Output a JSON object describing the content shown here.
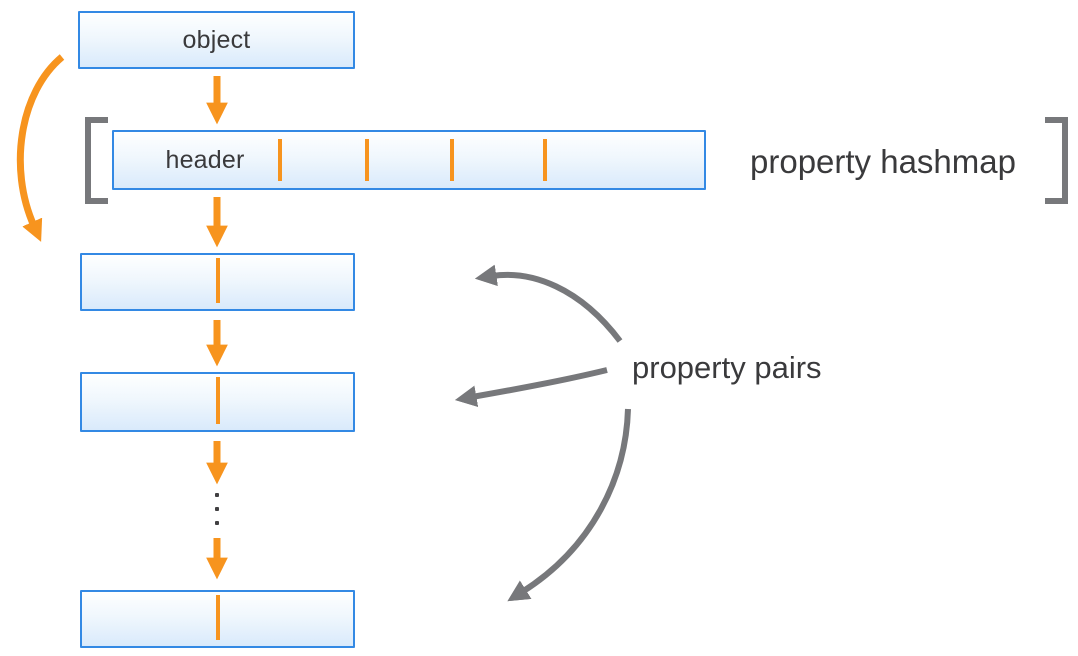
{
  "diagram": {
    "title_implicit": "object property hashmap layout",
    "object_label": "object",
    "header_label": "header",
    "hashmap_caption": "property hashmap",
    "pairs_caption": "property pairs"
  },
  "structure": {
    "hashmap_slot_dividers": 4,
    "property_pair_boxes_visible": 3,
    "ellipsis_between_pairs": true
  },
  "colors": {
    "accent_orange": "#F7941E",
    "box_border_blue": "#3389E4",
    "box_fill_top": "#FEFFFF",
    "box_fill_bottom": "#D9EAFB",
    "bracket_gray": "#77787B",
    "arrow_gray": "#77787B",
    "text_dark": "#3A3A3C",
    "ellipsis_dot": "#414042"
  }
}
